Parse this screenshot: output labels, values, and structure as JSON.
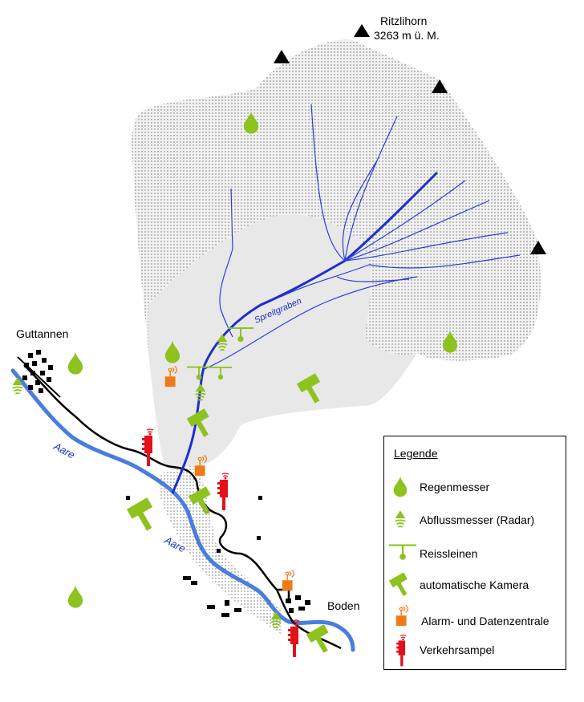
{
  "peak": {
    "name": "Ritzlihorn",
    "elevation": "3263 m ü. M."
  },
  "places": {
    "guttannen": "Guttannen",
    "boden": "Boden"
  },
  "rivers": {
    "aare_upper": "Aare",
    "aare_lower": "Aare",
    "spreitgraben": "Spreitgraben"
  },
  "legend": {
    "title": "Legende",
    "items": [
      {
        "icon": "rain-gauge-icon",
        "label": "Regenmesser"
      },
      {
        "icon": "radar-flow-meter-icon",
        "label": "Abflussmesser (Radar)"
      },
      {
        "icon": "trip-wire-icon",
        "label": "Reissleinen"
      },
      {
        "icon": "camera-icon",
        "label": "automatische Kamera"
      },
      {
        "icon": "alarm-data-center-icon",
        "label": "Alarm- und Datenzentrale"
      },
      {
        "icon": "traffic-light-icon",
        "label": "Verkehrsampel"
      }
    ]
  },
  "colors": {
    "instrument_green": "#8dc21f",
    "alarm_orange": "#f07a17",
    "traffic_red": "#e3111b",
    "aare_blue": "#4a7de0",
    "stream_blue": "#1c2fd0",
    "catchment_fill": "#e8e8e8"
  }
}
